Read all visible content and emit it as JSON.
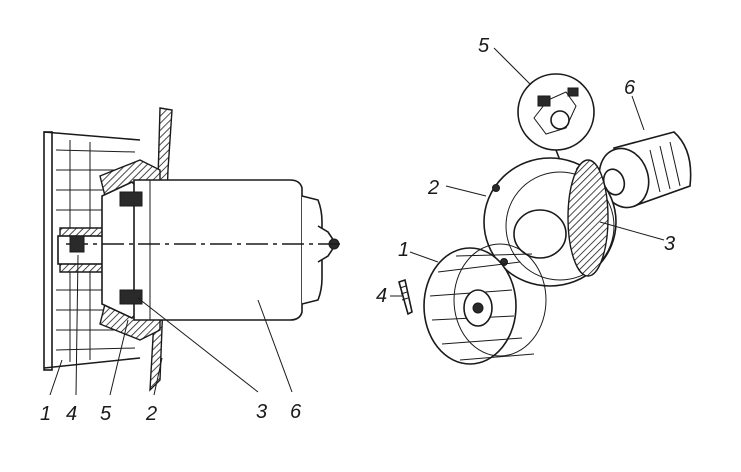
{
  "left_view": {
    "labels": [
      "1",
      "4",
      "5",
      "2",
      "3",
      "6"
    ]
  },
  "right_view": {
    "labels": [
      "5",
      "6",
      "2",
      "3",
      "1",
      "4"
    ]
  }
}
